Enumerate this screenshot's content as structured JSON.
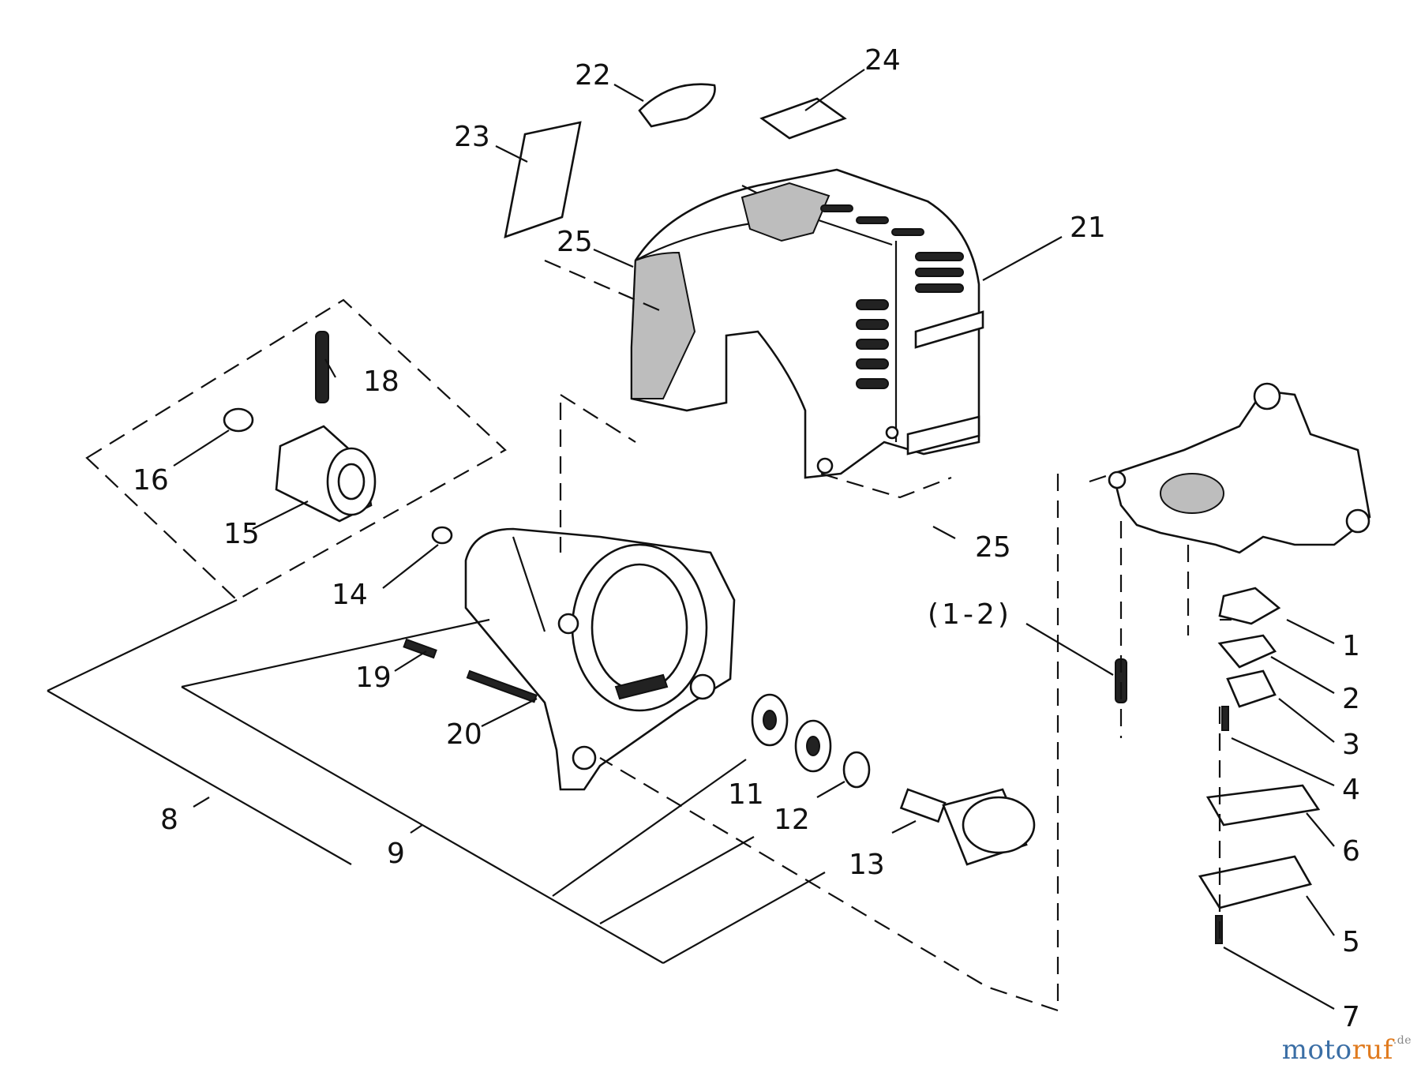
{
  "callouts": [
    {
      "id": "1",
      "text": "1"
    },
    {
      "id": "1-2",
      "text": "(1-2)"
    },
    {
      "id": "2",
      "text": "2"
    },
    {
      "id": "3",
      "text": "3"
    },
    {
      "id": "4",
      "text": "4"
    },
    {
      "id": "5",
      "text": "5"
    },
    {
      "id": "6",
      "text": "6"
    },
    {
      "id": "7",
      "text": "7"
    },
    {
      "id": "8",
      "text": "8"
    },
    {
      "id": "9",
      "text": "9"
    },
    {
      "id": "11a",
      "text": "11"
    },
    {
      "id": "12",
      "text": "12"
    },
    {
      "id": "13",
      "text": "13"
    },
    {
      "id": "14",
      "text": "14"
    },
    {
      "id": "15",
      "text": "15"
    },
    {
      "id": "16",
      "text": "16"
    },
    {
      "id": "18",
      "text": "18"
    },
    {
      "id": "19",
      "text": "19"
    },
    {
      "id": "20",
      "text": "20"
    },
    {
      "id": "21",
      "text": "21"
    },
    {
      "id": "22",
      "text": "22"
    },
    {
      "id": "23",
      "text": "23"
    },
    {
      "id": "24",
      "text": "24"
    },
    {
      "id": "25a",
      "text": "25"
    },
    {
      "id": "25b",
      "text": "25"
    }
  ],
  "watermark": {
    "part1": "moto",
    "part2": "ruf",
    "part3": ".de"
  }
}
